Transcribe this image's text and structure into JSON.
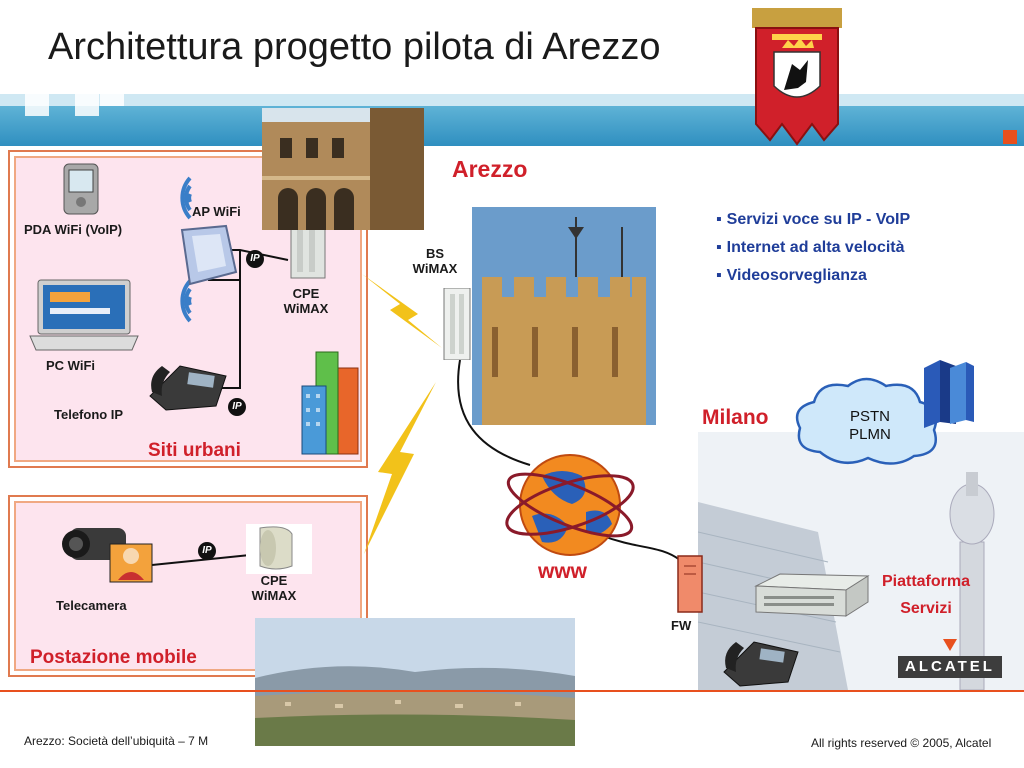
{
  "title": "Architettura progetto pilota di Arezzo",
  "urban": {
    "pda": "PDA WiFi (VoIP)",
    "ap": "AP WiFi",
    "pc": "PC WiFi",
    "phone": "Telefono IP",
    "cpe_line1": "CPE",
    "cpe_line2": "WiMAX",
    "box_title": "Siti urbani"
  },
  "mobile": {
    "camera": "Telecamera",
    "cpe_line1": "CPE",
    "cpe_line2": "WiMAX",
    "box_title": "Postazione mobile"
  },
  "ip_badge": "IP",
  "arezzo": {
    "label": "Arezzo",
    "bs_line1": "BS",
    "bs_line2": "WiMAX"
  },
  "services": [
    "Servizi voce su IP - VoIP",
    "Internet ad alta velocità",
    "Videosorveglianza"
  ],
  "milano": "Milano",
  "pstn_line1": "PSTN",
  "pstn_line2": "PLMN",
  "www": "www",
  "fw": "FW",
  "platform_line1": "Piattaforma",
  "platform_line2": "Servizi",
  "alcatel": "ALCATEL",
  "footer_left": "Arezzo: Società dell’ubiquità – 7 M",
  "footer_right": "All rights reserved © 2005, Alcatel",
  "colors": {
    "accent_red": "#d0202a",
    "bullet_blue": "#1f3d99",
    "band_blue": "#2f8fc0",
    "box_pink": "#fde4ee",
    "box_border": "#e07a4f"
  }
}
